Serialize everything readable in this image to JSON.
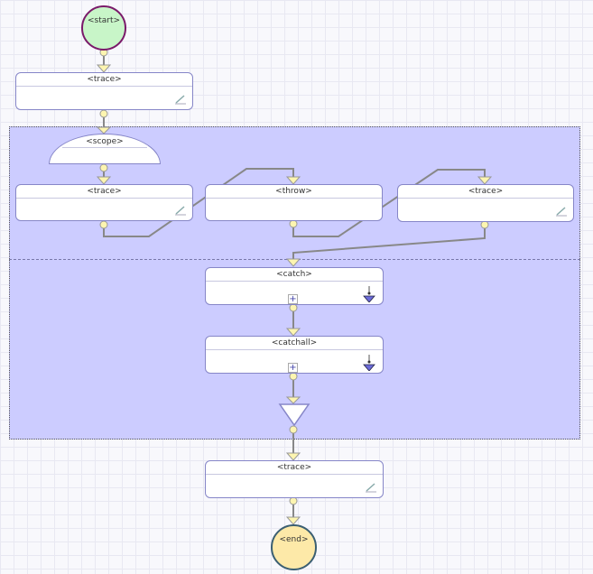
{
  "diagram": {
    "start": {
      "label": "<start>"
    },
    "end": {
      "label": "<end>"
    },
    "nodes": {
      "trace_top": {
        "label": "<trace>"
      },
      "scope": {
        "label": "<scope>"
      },
      "trace_left": {
        "label": "<trace>"
      },
      "throw": {
        "label": "<throw>"
      },
      "trace_right": {
        "label": "<trace>"
      },
      "catch": {
        "label": "<catch>"
      },
      "catchall": {
        "label": "<catchall>"
      },
      "trace_bottom": {
        "label": "<trace>"
      }
    },
    "colors": {
      "start_fill": "#c8f5c8",
      "start_border": "#7a1a6a",
      "end_fill": "#fde9a8",
      "end_border": "#3b5f72",
      "scope_region": "#ccccff",
      "node_border": "#8686c8",
      "connector": "#888888",
      "port_fill": "#fdf5b0"
    }
  }
}
